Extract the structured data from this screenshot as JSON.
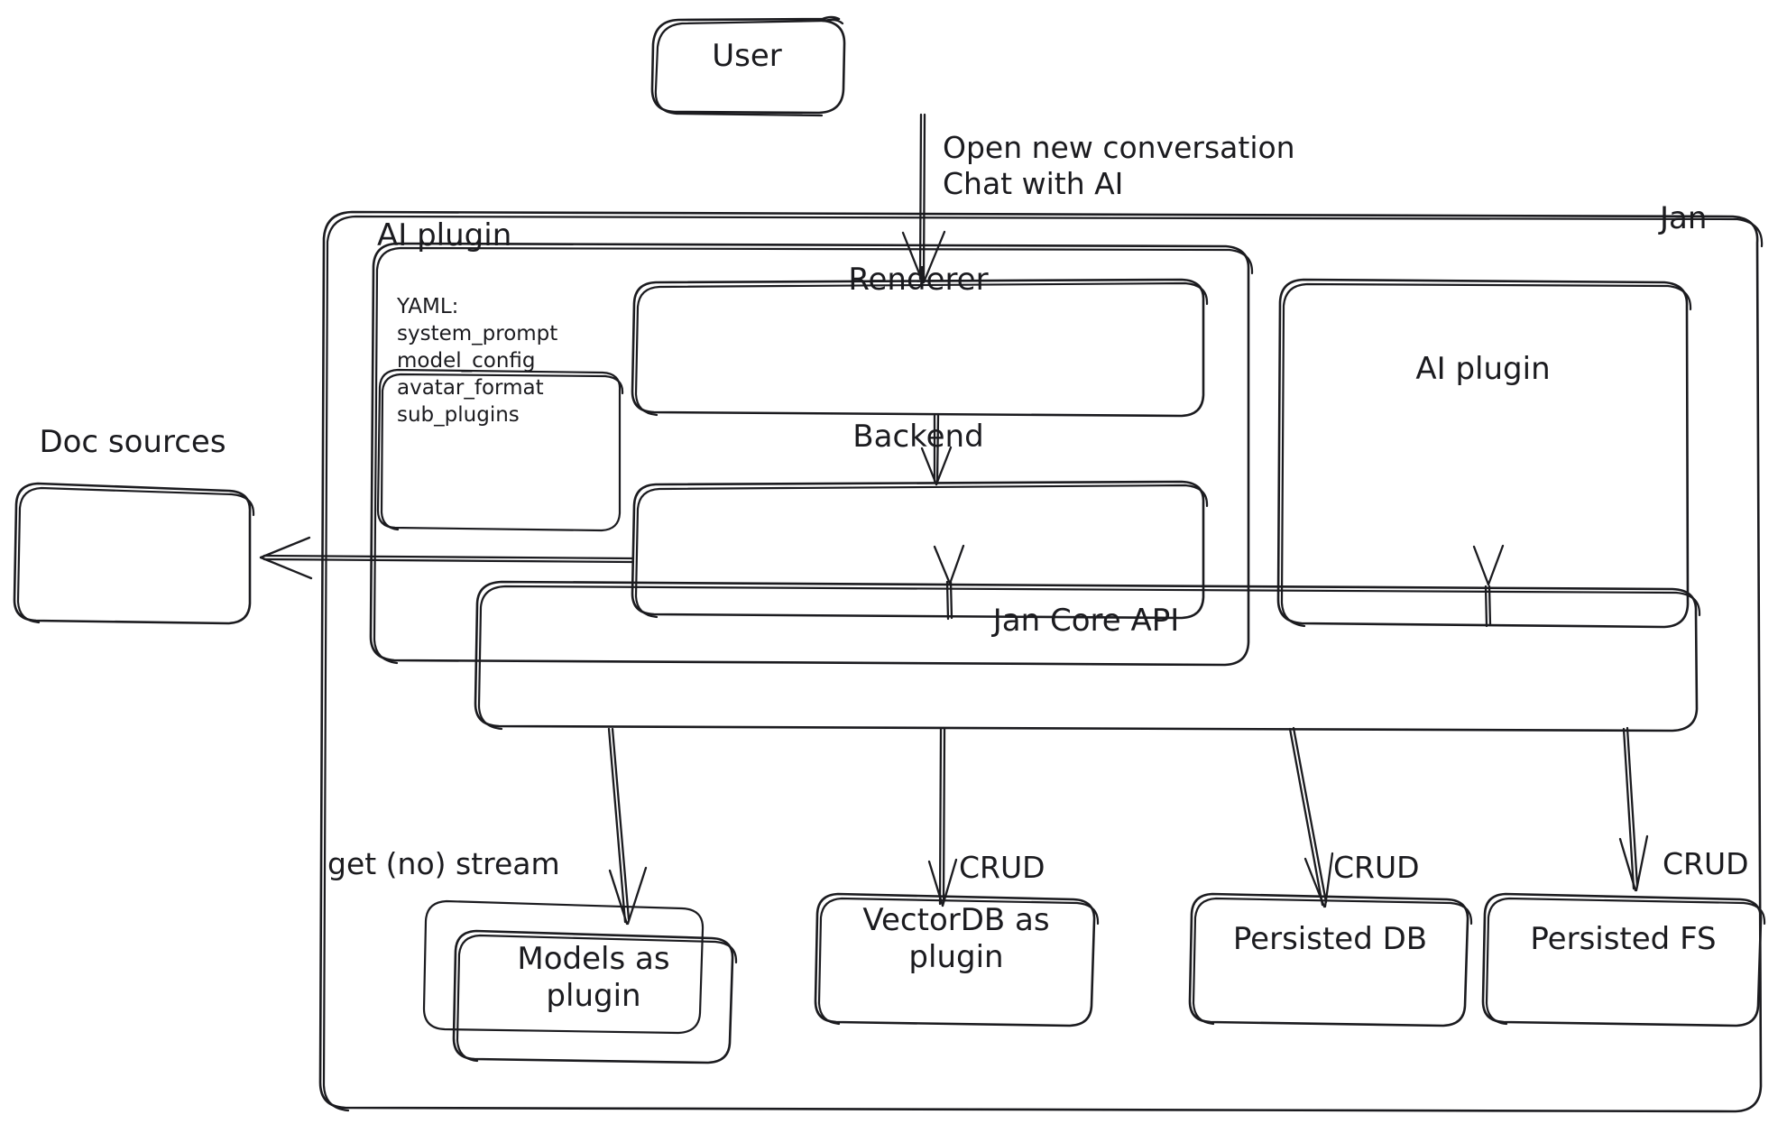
{
  "diagram": {
    "title": "Jan architecture diagram",
    "style": "hand-drawn",
    "stroke_color": "#1b1b1f",
    "background_color": "#ffffff"
  },
  "containers": {
    "jan": {
      "label": "Jan",
      "label_position": "top-right"
    },
    "ai_plugin_group": {
      "label": "AI plugin",
      "label_position": "top-left"
    }
  },
  "nodes": {
    "user": {
      "label": "User"
    },
    "renderer": {
      "label": "Renderer"
    },
    "backend": {
      "label": "Backend"
    },
    "ai_plugin": {
      "label": "AI plugin"
    },
    "jan_core_api": {
      "label": "Jan Core API"
    },
    "doc_sources": {
      "label": "Doc sources"
    },
    "models_as_plugin": {
      "label": "Models as\nplugin"
    },
    "vectordb_as_plugin": {
      "label": "VectorDB as\nplugin"
    },
    "persisted_db": {
      "label": "Persisted DB"
    },
    "persisted_fs": {
      "label": "Persisted FS"
    }
  },
  "yaml_card": {
    "header": "YAML:",
    "keys": [
      "system_prompt",
      "model_config",
      "avatar_format",
      "sub_plugins"
    ]
  },
  "edges": [
    {
      "id": "user-to-renderer",
      "from": "user",
      "to": "renderer",
      "label": "Open new conversation\nChat with AI"
    },
    {
      "id": "renderer-to-backend",
      "from": "renderer",
      "to": "backend",
      "label": ""
    },
    {
      "id": "backend-to-doc-sources",
      "from": "backend",
      "to": "doc_sources",
      "label": ""
    },
    {
      "id": "backend-to-core",
      "from": "backend",
      "to": "jan_core_api",
      "label": ""
    },
    {
      "id": "aiplugin-to-core",
      "from": "ai_plugin",
      "to": "jan_core_api",
      "label": ""
    },
    {
      "id": "core-to-models",
      "from": "jan_core_api",
      "to": "models_as_plugin",
      "label": "get (no) stream"
    },
    {
      "id": "core-to-vectordb",
      "from": "jan_core_api",
      "to": "vectordb_as_plugin",
      "label": "CRUD"
    },
    {
      "id": "core-to-persisted-db",
      "from": "jan_core_api",
      "to": "persisted_db",
      "label": "CRUD"
    },
    {
      "id": "core-to-persisted-fs",
      "from": "jan_core_api",
      "to": "persisted_fs",
      "label": "CRUD"
    }
  ]
}
